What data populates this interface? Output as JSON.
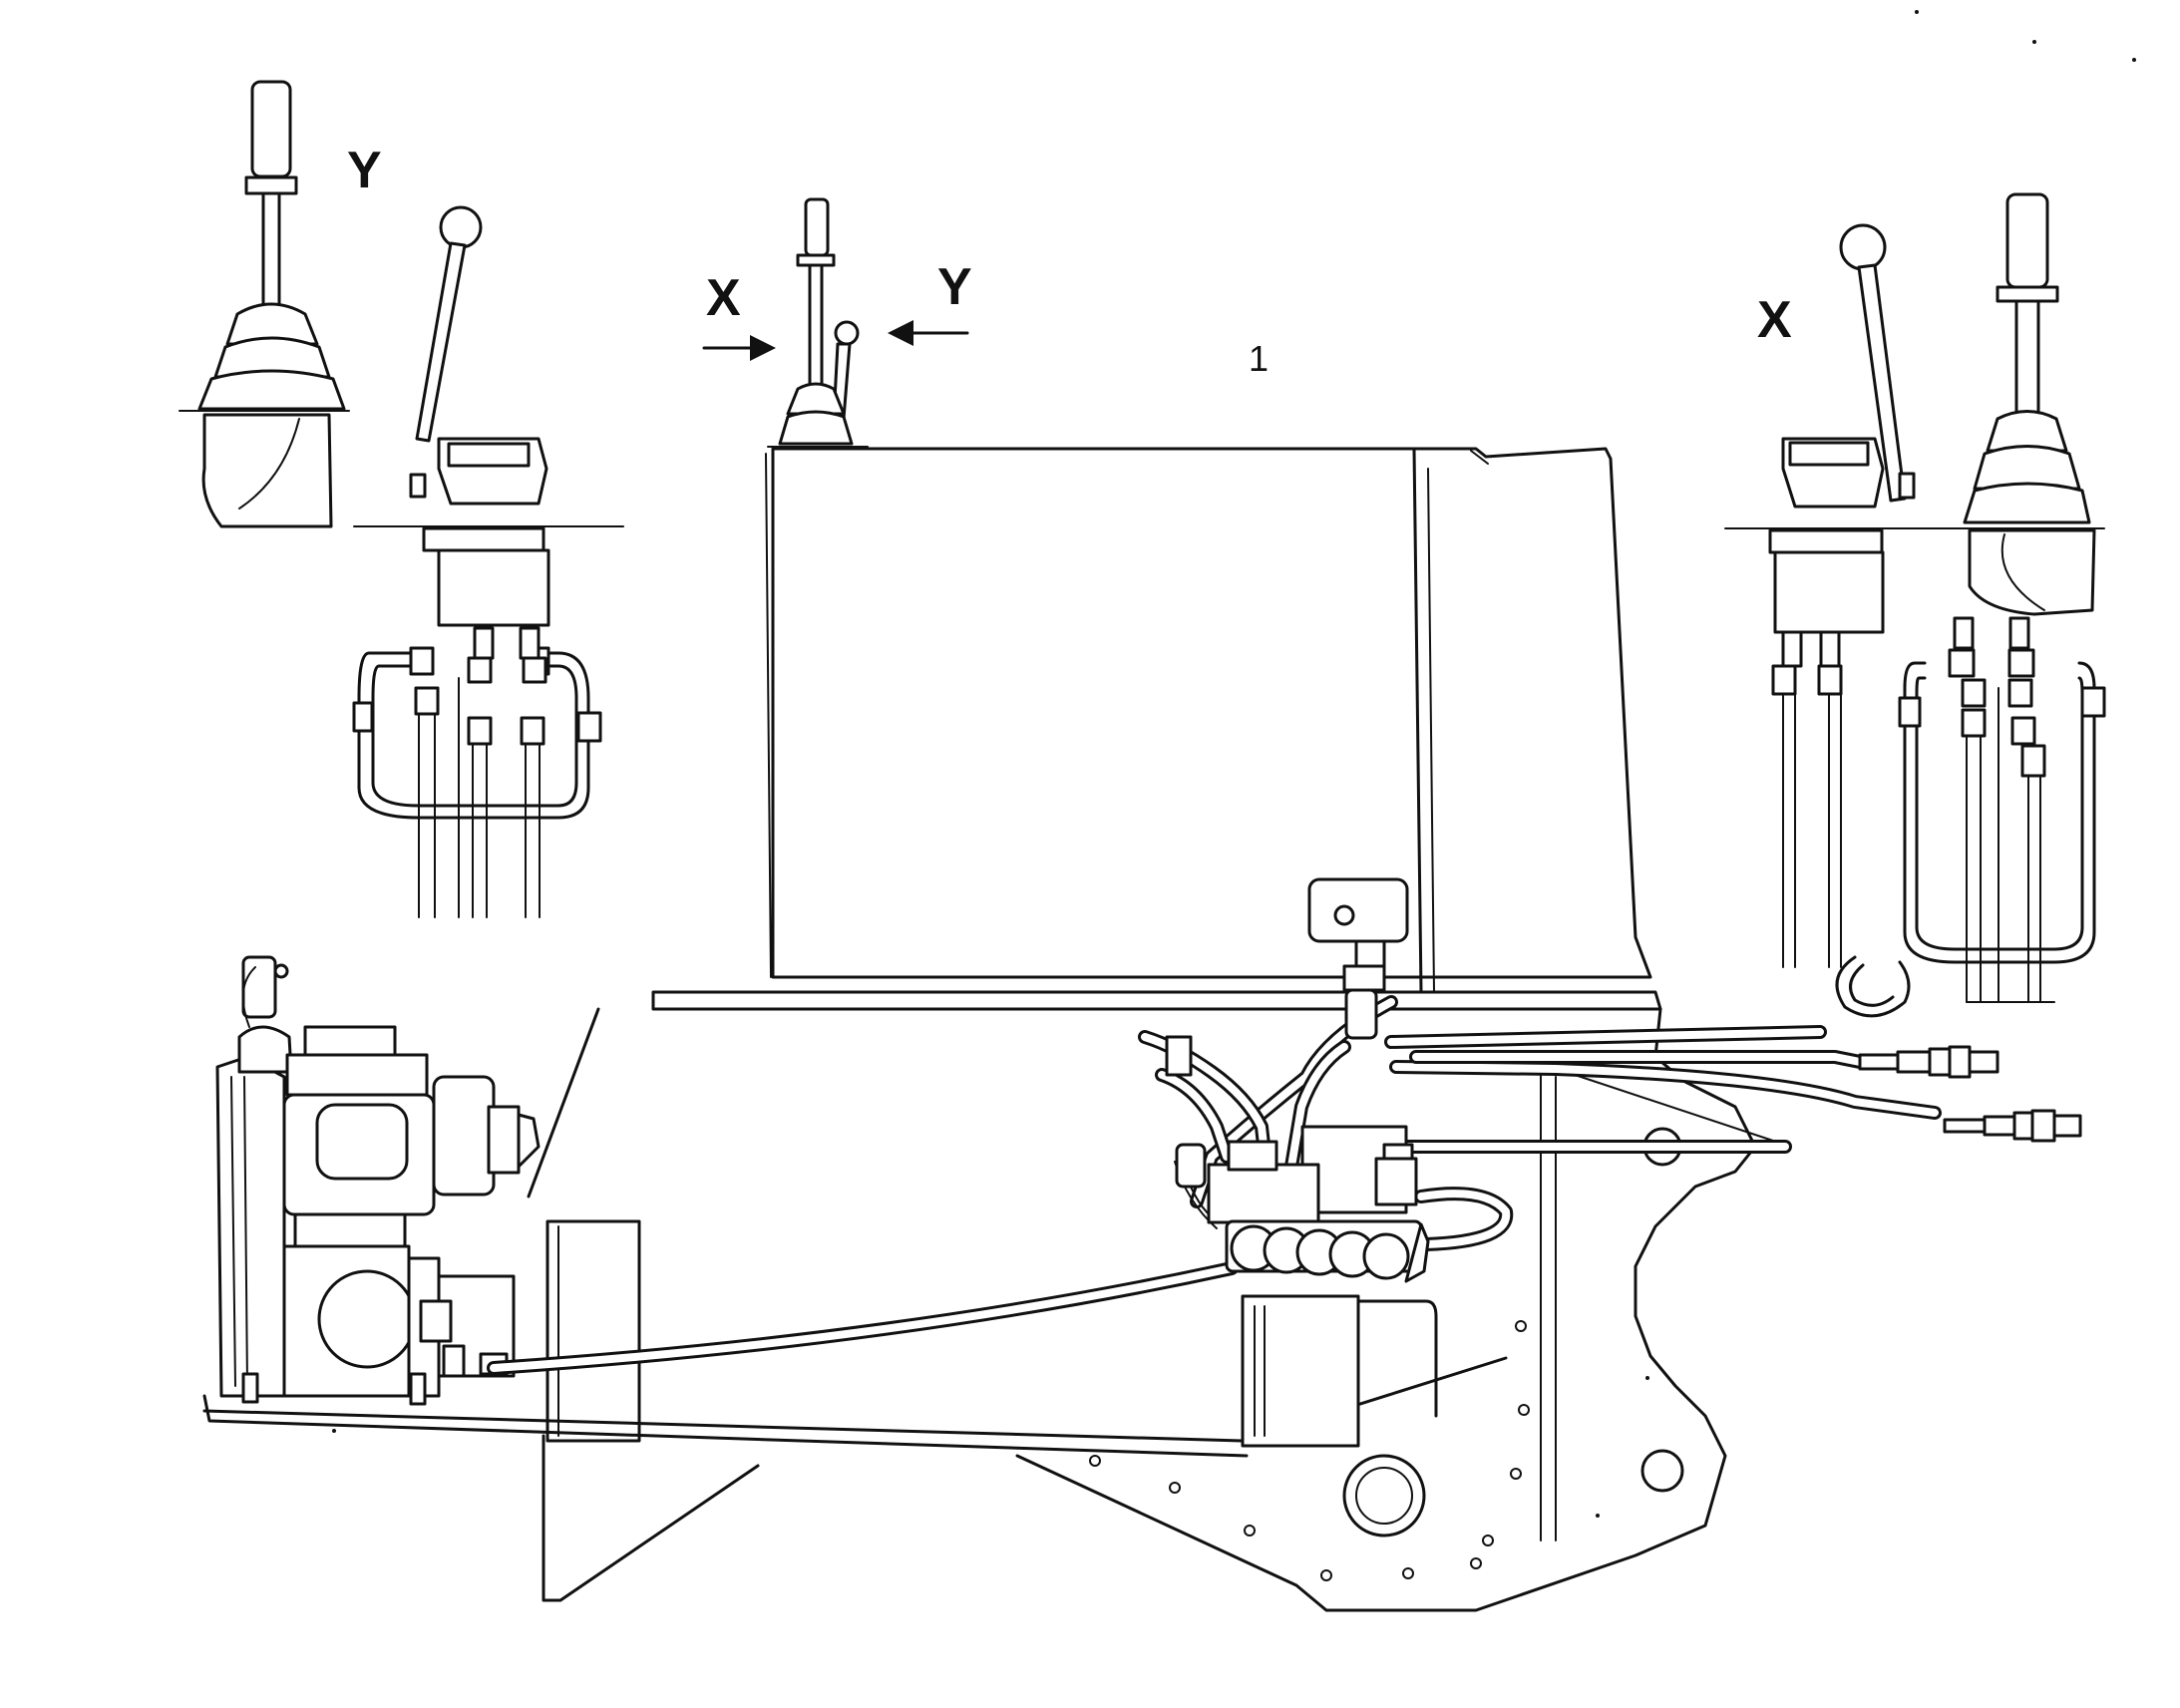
{
  "diagram": {
    "labels": {
      "y_top_left": "Y",
      "x_center": "X",
      "y_center": "Y",
      "callout_1": "1",
      "x_right": "X"
    }
  }
}
